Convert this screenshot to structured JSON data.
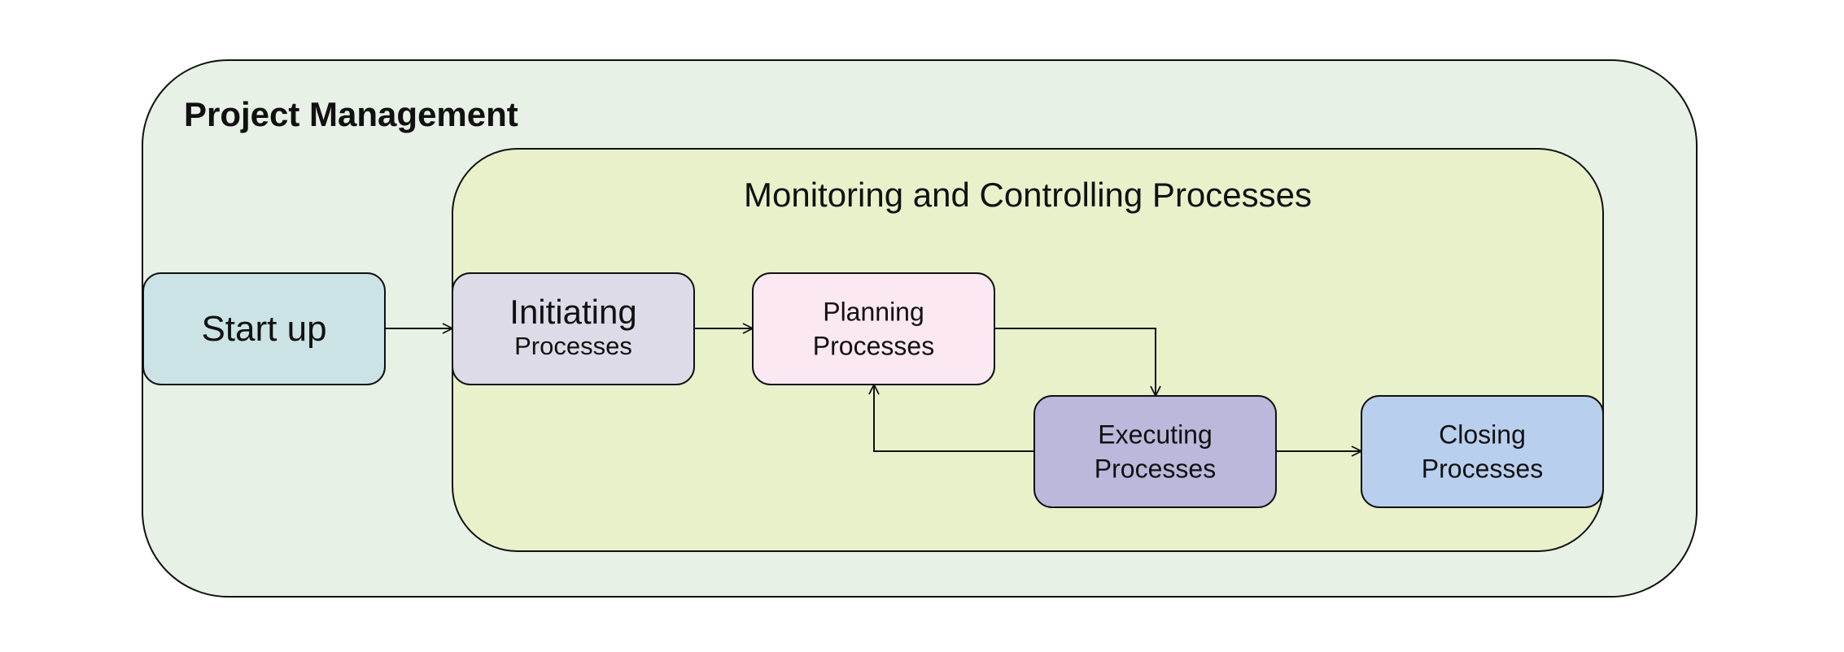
{
  "diagram": {
    "outer": {
      "title": "Project Management",
      "fill": "#e7f1e6"
    },
    "inner": {
      "title": "Monitoring and Controlling Processes",
      "fill": "#e9f1cb"
    },
    "nodes": [
      {
        "id": "startup",
        "lines": [
          "Start up"
        ],
        "fill": "#cbe3e4"
      },
      {
        "id": "initiating",
        "lines": [
          "Initiating",
          "Processes"
        ],
        "fill": "#dedbe8"
      },
      {
        "id": "planning",
        "lines": [
          "Planning",
          "Processes"
        ],
        "fill": "#fce8f3"
      },
      {
        "id": "executing",
        "lines": [
          "Executing",
          "Processes"
        ],
        "fill": "#bbb8dc"
      },
      {
        "id": "closing",
        "lines": [
          "Closing",
          "Processes"
        ],
        "fill": "#b9cfee"
      }
    ],
    "edges": [
      {
        "from": "startup",
        "to": "initiating"
      },
      {
        "from": "initiating",
        "to": "planning"
      },
      {
        "from": "planning",
        "to": "executing"
      },
      {
        "from": "executing",
        "to": "planning"
      },
      {
        "from": "executing",
        "to": "closing"
      }
    ],
    "stroke": "#111111"
  }
}
